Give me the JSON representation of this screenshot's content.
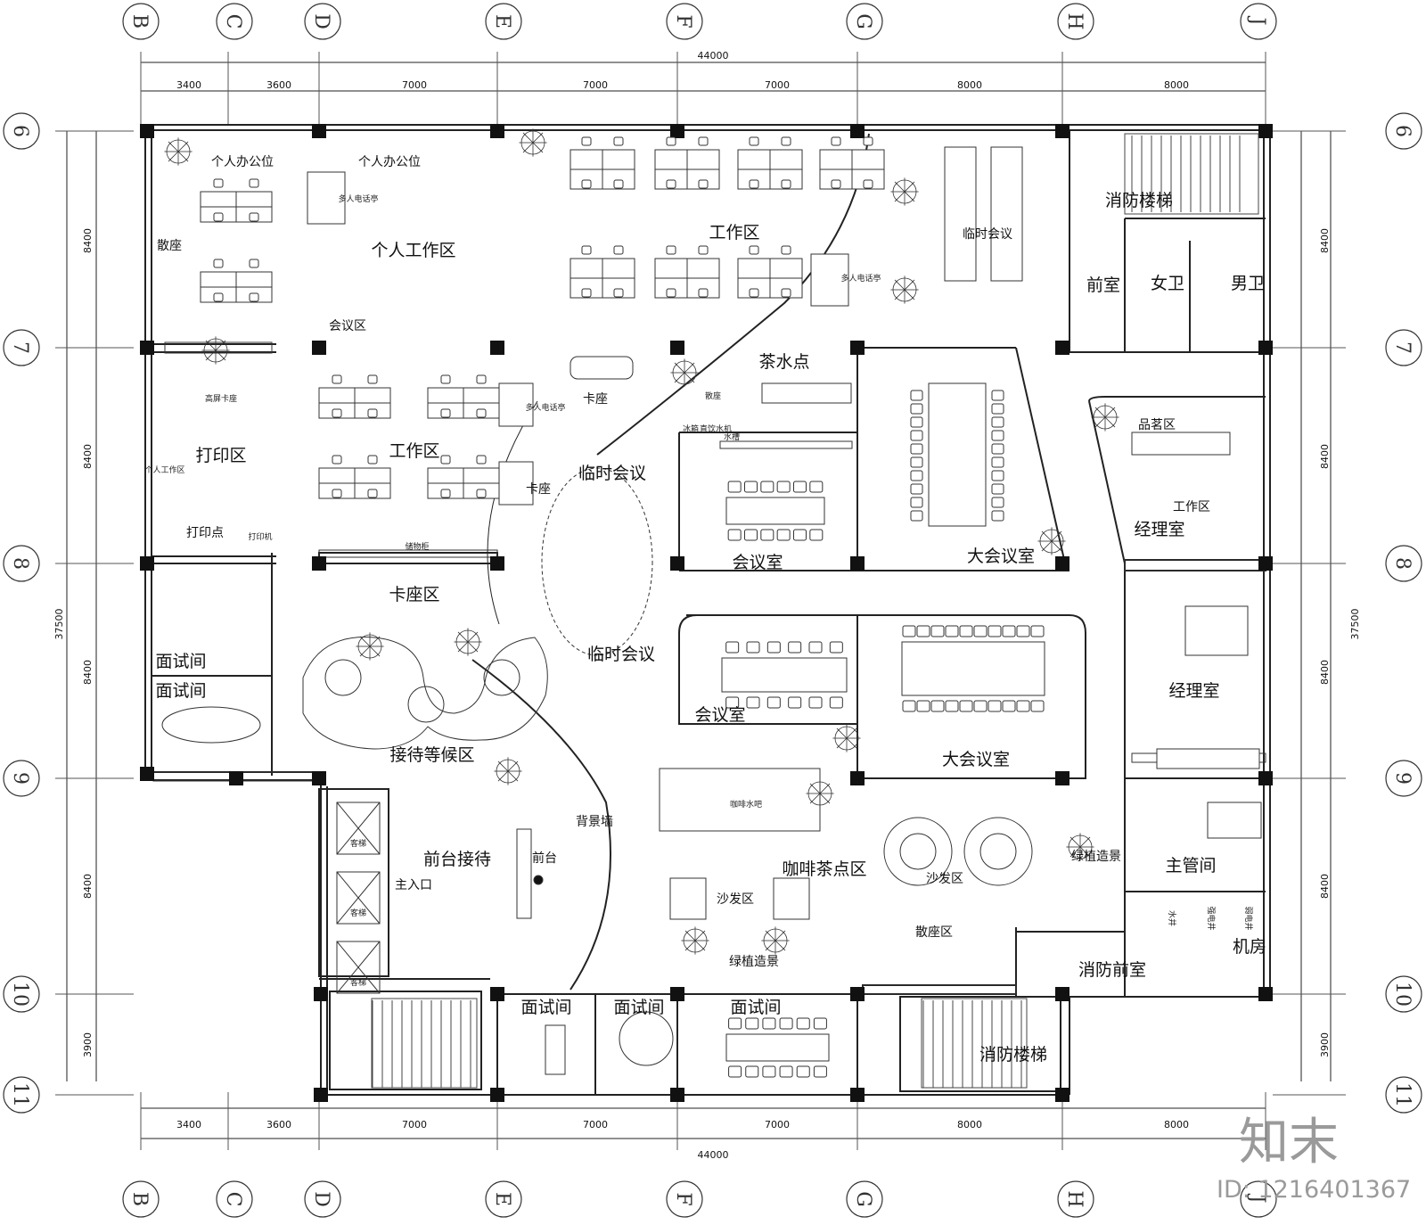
{
  "colors": {
    "line": "#222222",
    "column": "#111111",
    "muted": "#9a9a9a"
  },
  "axes": {
    "columns": [
      "B",
      "C",
      "D",
      "E",
      "F",
      "G",
      "H",
      "J"
    ],
    "rows": [
      "6",
      "7",
      "8",
      "9",
      "10",
      "11"
    ]
  },
  "dimensions": {
    "total_width": "44000",
    "top_spans": [
      "3400",
      "3600",
      "7000",
      "7000",
      "7000",
      "8000",
      "8000"
    ],
    "bottom_spans": [
      "3400",
      "3600",
      "7000",
      "7000",
      "7000",
      "8000",
      "8000"
    ],
    "total_height": "37500",
    "side_spans": [
      "8400",
      "8400",
      "8400",
      "8400",
      "3900"
    ]
  },
  "rooms": {
    "personal_office_1": "个人办公位",
    "personal_office_2": "个人办公位",
    "personal_work_area": "个人工作区",
    "meeting_area": "会议区",
    "work_area_top": "工作区",
    "temp_meeting_top": "临时会议",
    "fire_stairs_top": "消防楼梯",
    "anteroom": "前室",
    "women_wc": "女卫",
    "men_wc": "男卫",
    "loose_seats": "散座",
    "print_area": "打印区",
    "print_point": "打印点",
    "work_area_mid": "工作区",
    "booth_1": "卡座",
    "booth_2": "卡座",
    "tea_point": "茶水点",
    "temp_meeting_mid": "临时会议",
    "temp_meeting_low": "临时会议",
    "meeting_room_1": "会议室",
    "large_meeting_1": "大会议室",
    "tea_zone": "品茗区",
    "work_zone": "工作区",
    "manager_1": "经理室",
    "booth_area": "卡座区",
    "interview_1": "面试间",
    "interview_2": "面试间",
    "reception_wait": "接待等候区",
    "meeting_room_2": "会议室",
    "large_meeting_2": "大会议室",
    "manager_2": "经理室",
    "background_wall": "背景墙",
    "front_desk_reception": "前台接待",
    "front_desk": "前台",
    "main_entrance": "主入口",
    "coffee_zone": "咖啡茶点区",
    "sofa_1": "沙发区",
    "sofa_2": "沙发区",
    "green_landscape_1": "绿植造景",
    "green_landscape_2": "绿植造景",
    "supervisor": "主管间",
    "machine_room": "机房",
    "fire_anteroom": "消防前室",
    "loose_seat_zone": "散座区",
    "interview_3": "面试间",
    "interview_4": "面试间",
    "interview_5": "面试间",
    "fire_stairs_bottom": "消防楼梯"
  },
  "small_labels": {
    "phone_booth_1": "多人电话亭",
    "phone_booth_2": "多人电话亭",
    "phone_booth_3": "多人电话亭",
    "high_screen": "高屏卡座",
    "personal_station": "个人工作区",
    "printer": "打印机",
    "storage": "储物柜",
    "fridge": "冰箱",
    "water_dispenser": "直饮水机",
    "sink": "水槽",
    "loose": "散座",
    "coffee_bar": "咖啡水吧",
    "elevator_1": "客梯",
    "elevator_2": "客梯",
    "elevator_3": "客梯",
    "water_shaft": "水井",
    "strong_shaft": "强电井",
    "weak_shaft": "弱电井"
  },
  "brand": {
    "logo": "知末",
    "id": "ID: 1216401367"
  }
}
